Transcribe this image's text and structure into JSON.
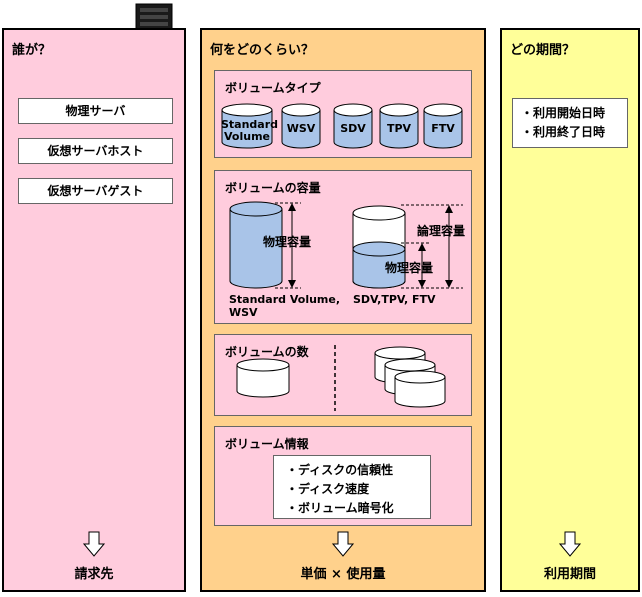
{
  "columns": {
    "who": {
      "title": "誰が？",
      "items": [
        "物理サーバ",
        "仮想サーバホスト",
        "仮想サーバゲスト"
      ],
      "footer": "請求先"
    },
    "what": {
      "title": "何をどのくらい？",
      "footer": "単価 × 使用量",
      "volume_type": {
        "title": "ボリュームタイプ",
        "types": [
          "Standard\nVolume",
          "WSV",
          "SDV",
          "TPV",
          "FTV"
        ]
      },
      "volume_capacity": {
        "title": "ボリュームの容量",
        "left_label": "物理容量",
        "left_caption": "Standard Volume,\nWSV",
        "right_logical": "論理容量",
        "right_physical": "物理容量",
        "right_caption": "SDV,TPV, FTV"
      },
      "volume_count": {
        "title": "ボリュームの数"
      },
      "volume_info": {
        "title": "ボリューム情報",
        "items": [
          "・ディスクの信頼性",
          "・ディスク速度",
          "・ボリューム暗号化"
        ]
      }
    },
    "when": {
      "title": "どの期間？",
      "items": [
        "・利用開始日時",
        "・利用終了日時"
      ],
      "footer": "利用期間"
    }
  },
  "colors": {
    "pink": "#ffccdd",
    "orange": "#ffd18c",
    "yellow": "#ffff99",
    "cylinder": "#a9c4e8"
  }
}
